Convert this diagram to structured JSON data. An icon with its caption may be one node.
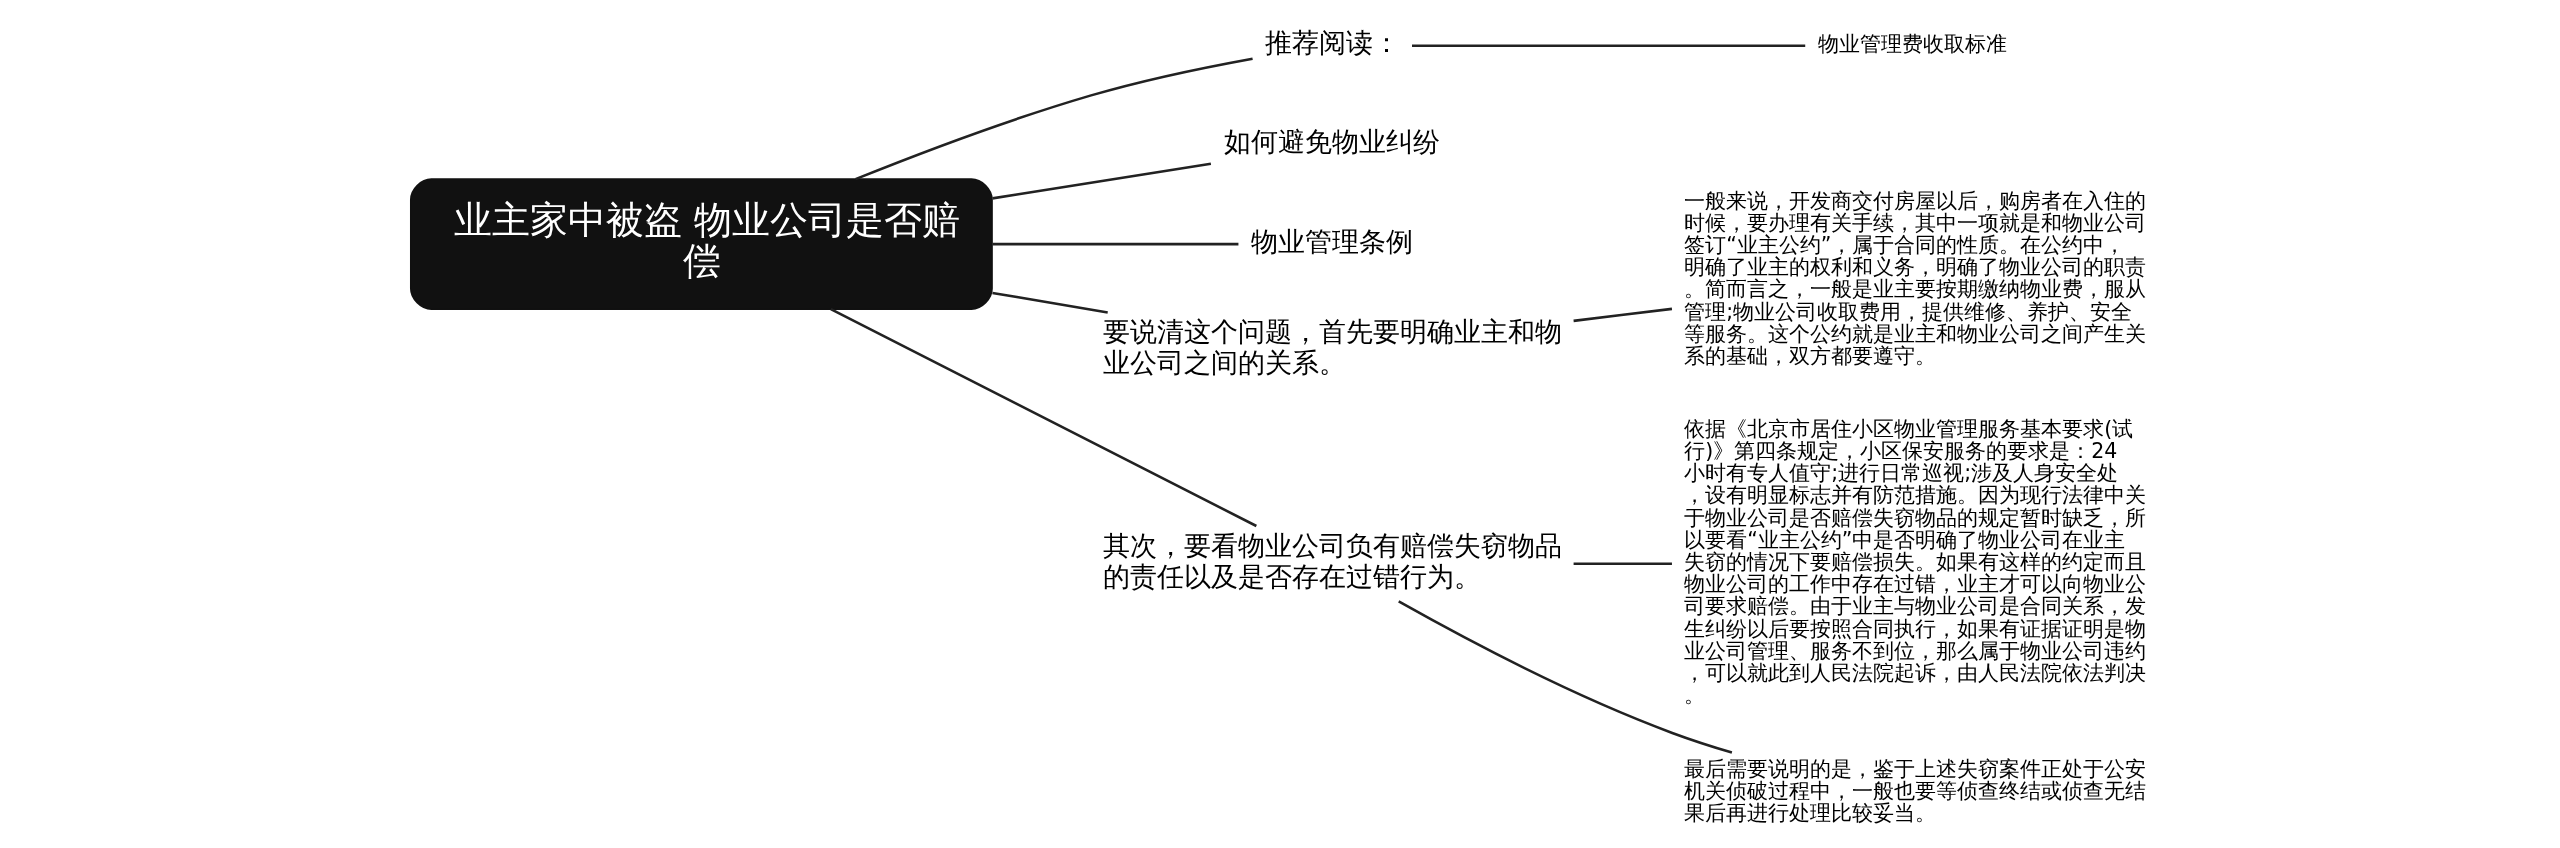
{
  "diagram": {
    "nodes": [
      {
        "text": [
          "业主家中被盗 物业公司是否赔偿"
        ]
      },
      {
        "text": [
          "推荐阅读："
        ]
      },
      {
        "text": [
          "物业管理费收取标准"
        ]
      },
      {
        "text": [
          "如何避免物业纠纷"
        ]
      },
      {
        "text": [
          "物业管理条例"
        ]
      },
      {
        "text": [
          "要说清这个问题，首先要明确业主和物业公司之间的关系。"
        ]
      },
      {
        "text": [
          "一般来说，开发商交付房屋以后，购房者在入住的时候，要办理有关手续，其中一项就是和物业公司签订“业主公约”，属于合同的性质。在公约中，明确了业主的权利和义务，明确了物业公司的职责。简而言之，一般是业主要按期缴纳物业费，服从管理;物业公司收取费用，提供维修、养护、安全等服务。这个公约就是业主和物业公司之间产生关系的基础，双方都要遵守。"
        ]
      },
      {
        "text": [
          "其次，要看物业公司负有赔偿失窃物品的责任以及是否存在过错行为。"
        ]
      },
      {
        "text": [
          "依据《北京市居住小区物业管理服务基本要求(试行)》第四条规定，小区保安服务的要求是：24小时有专人值守;进行日常巡视;涉及人身安全处，设有明显标志并有防范措施。因为现行法律中关于物业公司是否赔偿失窃物品的规定暂时缺乏，所以要看“业主公约”中是否明确了物业公司在业主失窃的情况下要赔偿损失。如果有这样的约定而且物业公司的工作中存在过错，业主才可以向物业公司要求赔偿。由于业主与物业公司是合同关系，发生纠纷以后要按照合同执行，如果有证据证明是物业公司管理、服务不到位，那么属于物业公司违约，可以就此到人民法院起诉，由人民法院依法判决。"
        ]
      },
      {
        "text": [
          "最后需要说明的是，鉴于上述失窃案件正处于公安机关侦破过程中，一般也要等侦查终结或侦查无结果后再进行处理比较妥当。"
        ]
      }
    ],
    "edges": [
      {
        "from": 0,
        "to": 1,
        "arrow": "none"
      },
      {
        "from": 1,
        "to": 2,
        "arrow": "none"
      },
      {
        "from": 0,
        "to": 3,
        "arrow": "none"
      },
      {
        "from": 0,
        "to": 4,
        "arrow": "none"
      },
      {
        "from": 0,
        "to": 5,
        "arrow": "none"
      },
      {
        "from": 5,
        "to": 6,
        "arrow": "none"
      },
      {
        "from": 0,
        "to": 7,
        "arrow": "none"
      },
      {
        "from": 7,
        "to": 8,
        "arrow": "none"
      },
      {
        "from": 7,
        "to": 9,
        "arrow": "none"
      }
    ]
  }
}
